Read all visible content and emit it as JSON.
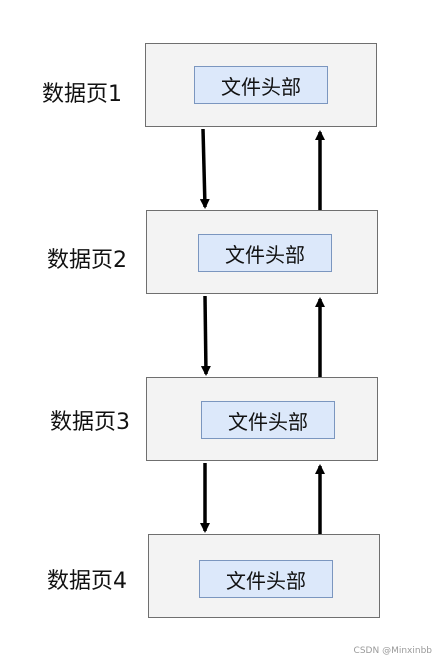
{
  "pages": [
    {
      "label": "数据页1",
      "header": "文件头部"
    },
    {
      "label": "数据页2",
      "header": "文件头部"
    },
    {
      "label": "数据页3",
      "header": "文件头部"
    },
    {
      "label": "数据页4",
      "header": "文件头部"
    }
  ],
  "watermark": "CSDN @Minxinbb",
  "colors": {
    "page_fill": "#f3f3f3",
    "page_border": "#6f6f6f",
    "header_fill": "#dce8fa",
    "header_border": "#7b96bf",
    "arrow": "#000000"
  }
}
